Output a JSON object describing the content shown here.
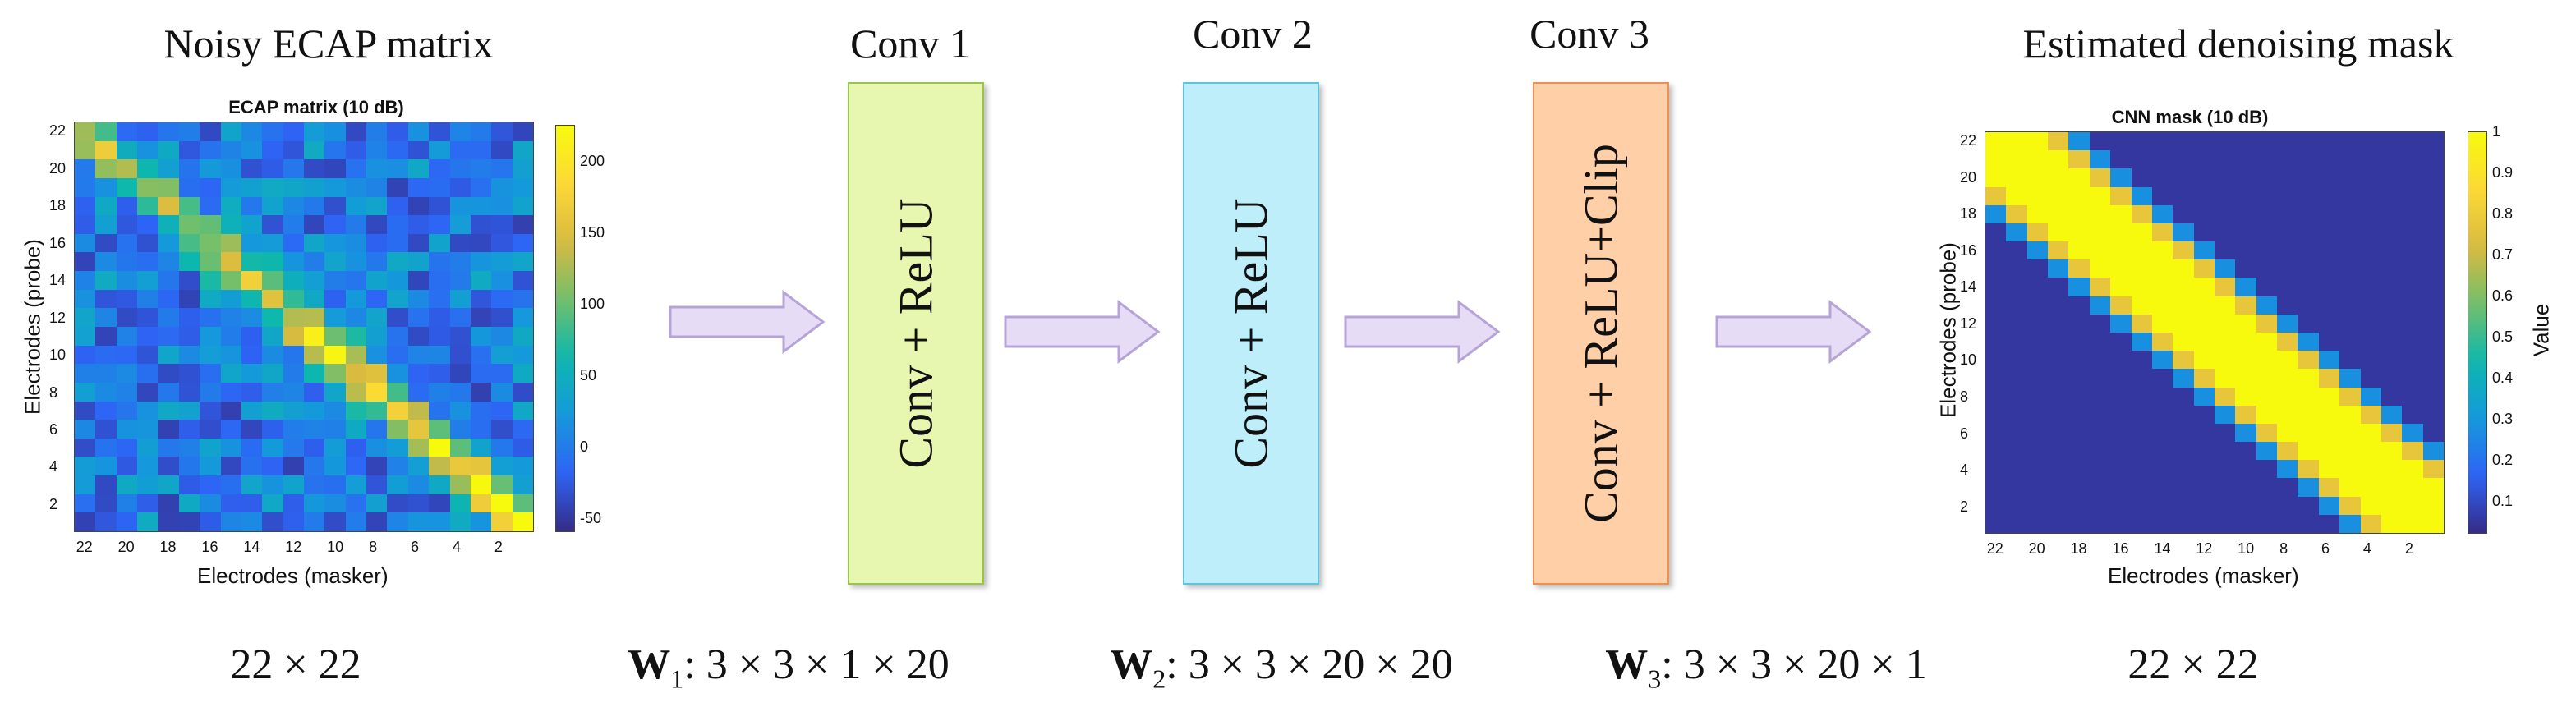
{
  "diagram": {
    "input_title": "Noisy ECAP matrix",
    "output_title": "Estimated denoising mask",
    "layers": [
      {
        "title": "Conv 1",
        "label": "Conv + ReLU",
        "weights": "3 × 3 × 1 × 20",
        "weight_name": "W",
        "weight_sub": "1",
        "fill": "#e8f7b0",
        "border": "#9bc24a"
      },
      {
        "title": "Conv 2",
        "label": "Conv  + ReLU",
        "weights": " 3 × 3 × 20 × 20",
        "weight_name": "W",
        "weight_sub": "2",
        "fill": "#bdeefa",
        "border": "#5cc5dd"
      },
      {
        "title": "Conv 3",
        "label": "Conv + ReLU+Clip",
        "weights": " 3 × 3 × 20 × 1",
        "weight_name": "W",
        "weight_sub": "3",
        "fill": "#ffcfa8",
        "border": "#f09050"
      }
    ],
    "input_size": "22 × 22",
    "output_size": "22 × 22",
    "arrow_color": "#e7dcf5",
    "arrow_border": "#b7a4d6"
  },
  "chart_data": [
    {
      "type": "heatmap",
      "title": "ECAP matrix (10 dB)",
      "xlabel": "Electrodes (masker)",
      "ylabel": "Electrodes (probe)",
      "x_ticks": [
        "22",
        "20",
        "18",
        "16",
        "14",
        "12",
        "10",
        "8",
        "6",
        "4",
        "2"
      ],
      "y_ticks": [
        "22",
        "20",
        "18",
        "16",
        "14",
        "12",
        "10",
        "8",
        "6",
        "4",
        "2"
      ],
      "colorbar_ticks": [
        "200",
        "150",
        "100",
        "50",
        "0",
        "-50"
      ],
      "colorbar_range": [
        -60,
        225
      ],
      "colorbar_label": "",
      "rows": 22,
      "cols": 22,
      "diagonal_peak": 220,
      "background_level": 0,
      "noise_amplitude": 45
    },
    {
      "type": "heatmap",
      "title": "CNN mask (10 dB)",
      "xlabel": "Electrodes (masker)",
      "ylabel": "Electrodes (probe)",
      "x_ticks": [
        "22",
        "20",
        "18",
        "16",
        "14",
        "12",
        "10",
        "8",
        "6",
        "4",
        "2"
      ],
      "y_ticks": [
        "22",
        "20",
        "18",
        "16",
        "14",
        "12",
        "10",
        "8",
        "6",
        "4",
        "2"
      ],
      "colorbar_ticks": [
        "1",
        "0.9",
        "0.8",
        "0.7",
        "0.6",
        "0.5",
        "0.4",
        "0.3",
        "0.2",
        "0.1"
      ],
      "colorbar_range": [
        0.02,
        1
      ],
      "colorbar_label": "Value",
      "rows": 22,
      "cols": 22,
      "band_halfwidth": 3.2,
      "band_value": 1,
      "background_level": 0.05
    }
  ]
}
